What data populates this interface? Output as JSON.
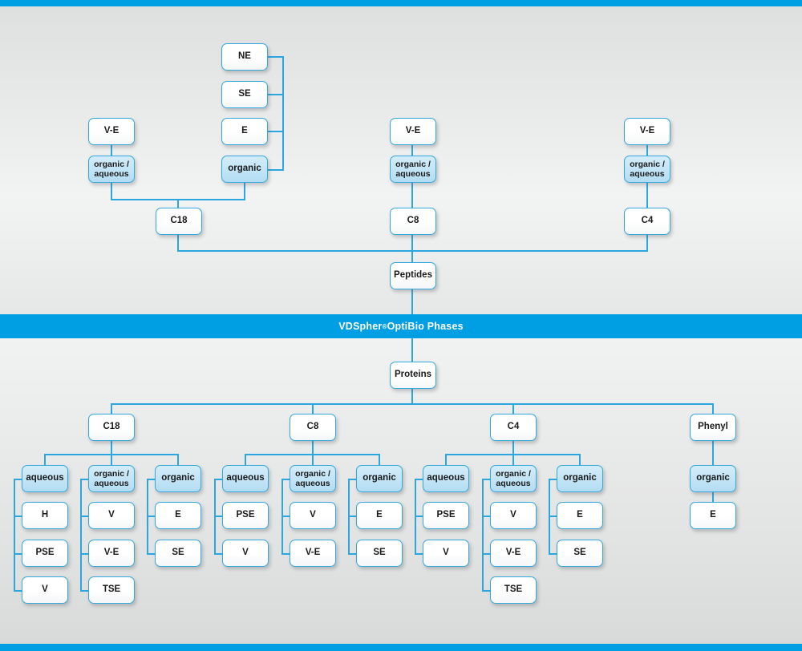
{
  "meta": {
    "banner_label": "VDSpher",
    "banner_sup": "®",
    "banner_label2": " OptiBio Phases",
    "accent_color": "#009fe3",
    "line_color": "#2ba6df",
    "box_border_color": "#35a8dd",
    "box_fill_white": "#ffffff",
    "box_fill_blue": "#c2e4f6",
    "background_color": "#e3e4e4"
  },
  "peptides": {
    "root_label": "Peptides",
    "columns": [
      {
        "key": "c18",
        "label": "C18",
        "modifiers": [
          {
            "label": "organic /\naqueous",
            "line1": "organic /",
            "line2": "aqueous",
            "highlighted": true,
            "children": [
              {
                "label": "V-E"
              }
            ]
          },
          {
            "label": "organic",
            "line1": "organic",
            "line2": "",
            "highlighted": true,
            "children": [
              {
                "label": "NE"
              },
              {
                "label": "SE"
              },
              {
                "label": "E"
              }
            ]
          }
        ]
      },
      {
        "key": "c8",
        "label": "C8",
        "modifiers": [
          {
            "label": "organic /\naqueous",
            "line1": "organic /",
            "line2": "aqueous",
            "highlighted": true,
            "children": [
              {
                "label": "V-E"
              }
            ]
          }
        ]
      },
      {
        "key": "c4",
        "label": "C4",
        "modifiers": [
          {
            "label": "organic /\naqueous",
            "line1": "organic /",
            "line2": "aqueous",
            "highlighted": true,
            "children": [
              {
                "label": "V-E"
              }
            ]
          }
        ]
      }
    ]
  },
  "proteins": {
    "root_label": "Proteins",
    "columns": [
      {
        "key": "c18",
        "label": "C18",
        "groups": [
          {
            "label": "aqueous",
            "line1": "aqueous",
            "line2": "",
            "highlighted": true,
            "items": [
              {
                "label": "H"
              },
              {
                "label": "PSE"
              },
              {
                "label": "V"
              }
            ]
          },
          {
            "label": "organic /\naqueous",
            "line1": "organic /",
            "line2": "aqueous",
            "highlighted": true,
            "items": [
              {
                "label": "V"
              },
              {
                "label": "V-E"
              },
              {
                "label": "TSE"
              }
            ]
          },
          {
            "label": "organic",
            "line1": "organic",
            "line2": "",
            "highlighted": true,
            "items": [
              {
                "label": "E"
              },
              {
                "label": "SE"
              }
            ]
          }
        ]
      },
      {
        "key": "c8",
        "label": "C8",
        "groups": [
          {
            "label": "aqueous",
            "line1": "aqueous",
            "line2": "",
            "highlighted": true,
            "items": [
              {
                "label": "PSE"
              },
              {
                "label": "V"
              }
            ]
          },
          {
            "label": "organic /\naqueous",
            "line1": "organic /",
            "line2": "aqueous",
            "highlighted": true,
            "items": [
              {
                "label": "V"
              },
              {
                "label": "V-E"
              }
            ]
          },
          {
            "label": "organic",
            "line1": "organic",
            "line2": "",
            "highlighted": true,
            "items": [
              {
                "label": "E"
              },
              {
                "label": "SE"
              }
            ]
          }
        ]
      },
      {
        "key": "c4",
        "label": "C4",
        "groups": [
          {
            "label": "aqueous",
            "line1": "aqueous",
            "line2": "",
            "highlighted": true,
            "items": [
              {
                "label": "PSE"
              },
              {
                "label": "V"
              }
            ]
          },
          {
            "label": "organic /\naqueous",
            "line1": "organic /",
            "line2": "aqueous",
            "highlighted": true,
            "items": [
              {
                "label": "V"
              },
              {
                "label": "V-E"
              },
              {
                "label": "TSE"
              }
            ]
          },
          {
            "label": "organic",
            "line1": "organic",
            "line2": "",
            "highlighted": true,
            "items": [
              {
                "label": "E"
              },
              {
                "label": "SE"
              }
            ]
          }
        ]
      },
      {
        "key": "phenyl",
        "label": "Phenyl",
        "groups": [
          {
            "label": "organic",
            "line1": "organic",
            "line2": "",
            "highlighted": true,
            "items": [
              {
                "label": "E"
              }
            ]
          }
        ]
      }
    ]
  }
}
